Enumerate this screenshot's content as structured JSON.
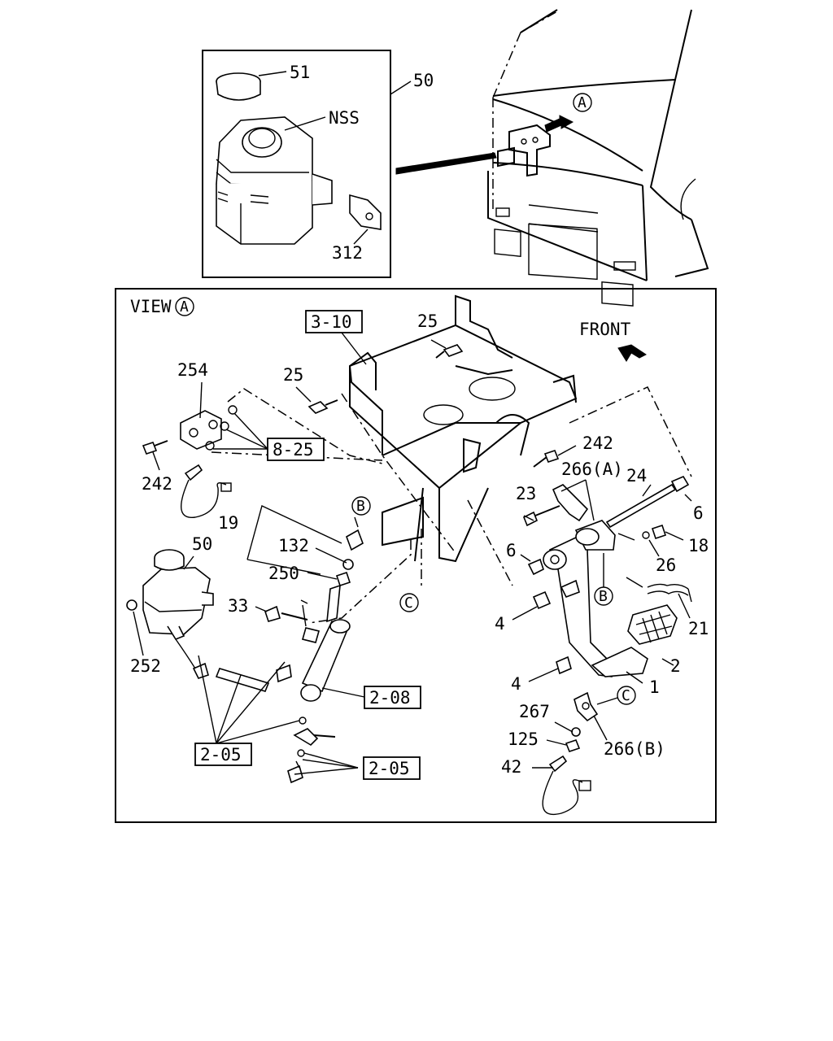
{
  "inset": {
    "callouts": [
      "51",
      "NSS",
      "50",
      "312"
    ]
  },
  "cab_view": {
    "circle_label": "A"
  },
  "main_view": {
    "view_label": "VIEW",
    "view_circle": "A",
    "front_label": "FRONT",
    "ref_boxes": {
      "b310": "3-10",
      "b825": "8-25",
      "b208": "2-08",
      "b205a": "2-05",
      "b205b": "2-05"
    },
    "circle_refs": {
      "b_upper": "B",
      "c_mid": "C",
      "b_pedal": "B",
      "c_right": "C"
    },
    "callouts": {
      "c25a": "25",
      "c25b": "25",
      "c254": "254",
      "c242a": "242",
      "c242b": "242",
      "c266a": "266(A)",
      "c24": "24",
      "c23": "23",
      "c6a": "6",
      "c18": "18",
      "c26": "26",
      "c19": "19",
      "c132": "132",
      "c250": "250",
      "c50": "50",
      "c33": "33",
      "c252": "252",
      "c6b": "6",
      "c4a": "4",
      "c21": "21",
      "c2": "2",
      "c4b": "4",
      "c1": "1",
      "c267": "267",
      "c125": "125",
      "c266b": "266(B)",
      "c42": "42"
    }
  }
}
